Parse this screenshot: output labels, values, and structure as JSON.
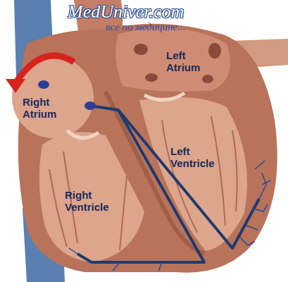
{
  "diagram": {
    "labels": [
      "MedUniver.com",
      "все по медицине...",
      "Left Atrium",
      "Right Atrium",
      "Left Ventricle",
      "Right Ventricle"
    ]
  }
}
